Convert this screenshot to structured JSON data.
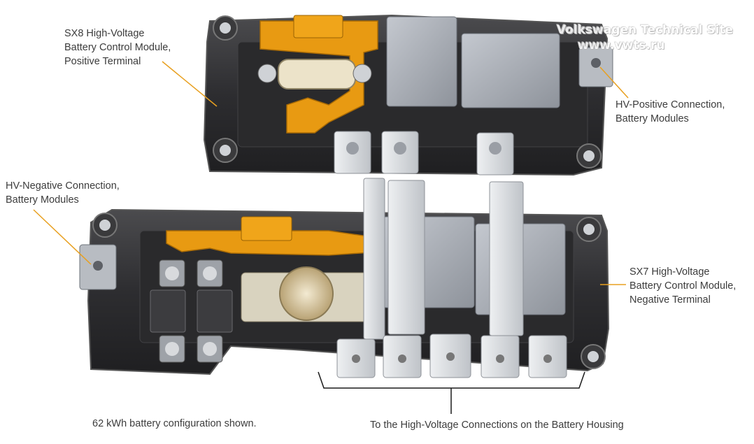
{
  "labels": {
    "sx8": [
      "SX8 High-Voltage",
      "Battery Control Module,",
      "Positive Terminal"
    ],
    "hv_positive": [
      "HV-Positive Connection,",
      "Battery Modules"
    ],
    "hv_negative": [
      "HV-Negative Connection,",
      "Battery Modules"
    ],
    "sx7": [
      "SX7 High-Voltage",
      "Battery Control Module,",
      "Negative Terminal"
    ],
    "hv_housing": "To the High-Voltage Connections on the Battery Housing",
    "configuration": "62 kWh battery configuration shown."
  },
  "watermark": {
    "line1": "Volkswagen Technical Site",
    "line2": "www.vwts.ru"
  },
  "colors": {
    "housing": "#2f2f31",
    "housing_edge": "#4a4a4c",
    "busbar": "#d7d9dc",
    "copper": "#e89a12",
    "relay": "#a9adb5",
    "leader": "#e8a020",
    "text": "#3c3c3c"
  }
}
